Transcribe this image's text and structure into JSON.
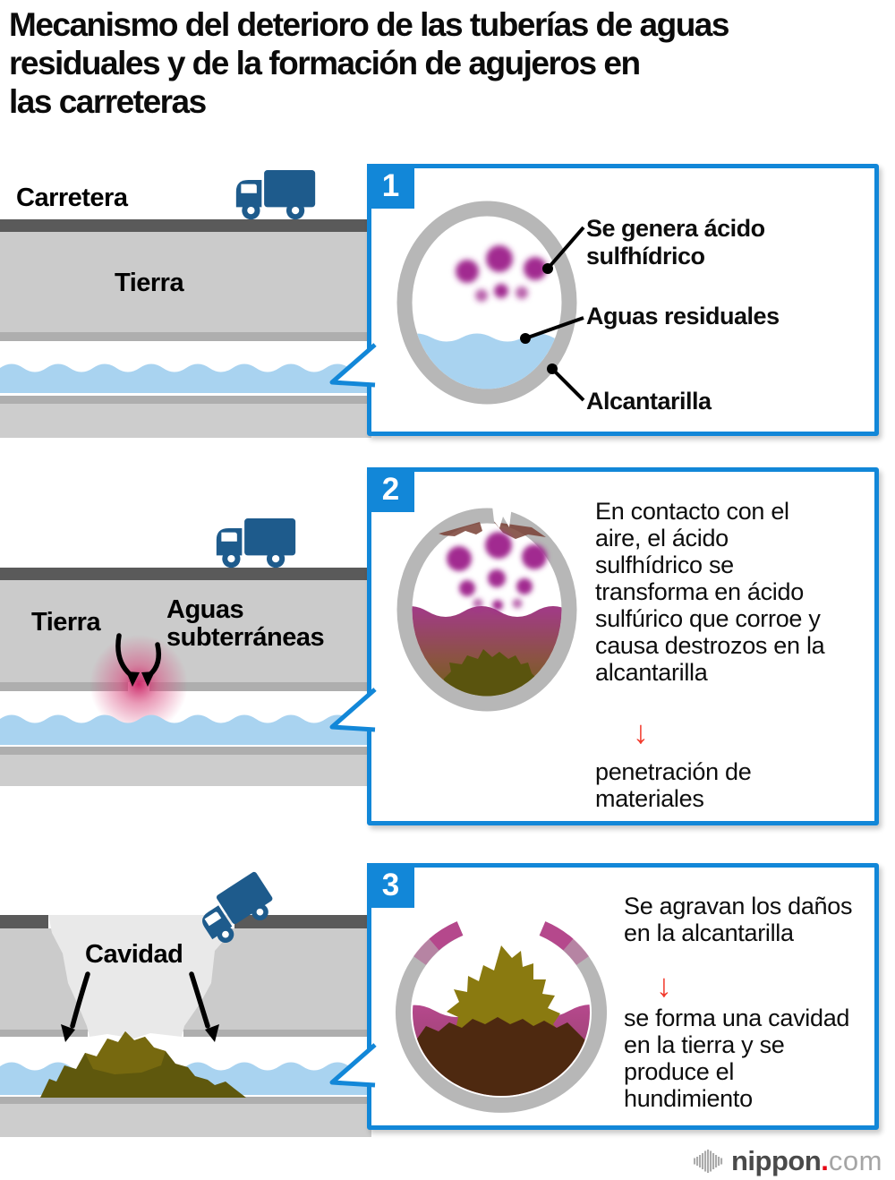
{
  "colors": {
    "accent": "#1287d8",
    "truck": "#1e5b8c",
    "water": "#a9d3f0",
    "road": "#5a5a5a",
    "earth": "#cbcbcb",
    "strip": "#aeaeae",
    "ground_low": "#cdcdcd",
    "ring": "#b7b7b7",
    "magenta": "#a12c90",
    "cavity": "#e9e9e9",
    "glow": "#d8336e",
    "liquid2_top": "#a03c82",
    "liquid2_bottom": "#6c6015",
    "sludge2": "#5a540e",
    "magenta3": "#b5488c",
    "brown3": "#4e2910",
    "olive3": "#8a7a10",
    "mound_dark": "#5f580d",
    "mound_light": "#77690f",
    "red_arrow": "#f23b2d",
    "logo_dark": "#4a4a4a",
    "logo_gray": "#a5a5a5",
    "logo_red": "#e60012"
  },
  "title": {
    "lines": [
      "Mecanismo del deterioro de las tuberías de aguas",
      "residuales y de la formación de agujeros en",
      "las carreteras"
    ]
  },
  "panels": [
    {
      "badge": "1",
      "scene": {
        "road_label": "Carretera",
        "earth_label": "Tierra"
      },
      "callout": {
        "label_gas": "Se genera ácido sulfhídrico",
        "label_water": "Aguas residuales",
        "label_pipe": "Alcantarilla"
      }
    },
    {
      "badge": "2",
      "scene": {
        "earth_label": "Tierra",
        "groundwater_label": "Aguas subterráneas"
      },
      "callout": {
        "text_before": "En contacto con el aire, el ácido sulfhídrico se transforma en ácido sulfúrico que corroe y causa destrozos en la alcantarilla",
        "arrow": "↓",
        "text_after": "penetración de materiales"
      }
    },
    {
      "badge": "3",
      "scene": {
        "cavity_label": "Cavidad"
      },
      "callout": {
        "text_before": "Se agravan los daños en la alcantarilla",
        "arrow": "↓",
        "text_after": "se forma una cavidad en la tierra y se produce el hundimiento"
      }
    }
  ],
  "footer": {
    "brand": "nippon",
    "dot": ".",
    "tld": "com"
  }
}
